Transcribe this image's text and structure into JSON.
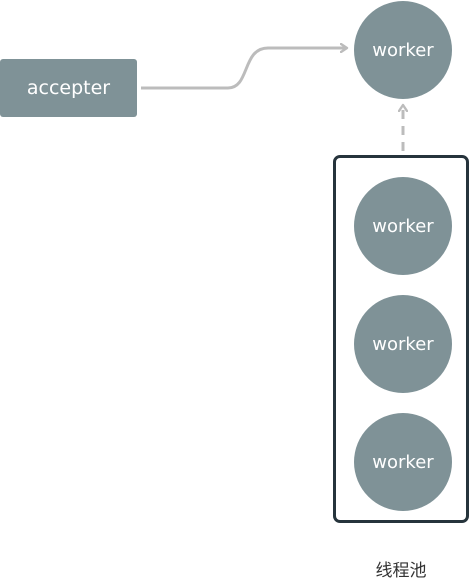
{
  "diagram": {
    "accepter_label": "accepter",
    "worker_top_label": "worker",
    "pool_workers": [
      "worker",
      "worker",
      "worker"
    ],
    "pool_label": "线程池"
  },
  "colors": {
    "node_fill": "#7f9297",
    "pool_border": "#26343c",
    "arrow": "#bcbcbc"
  }
}
